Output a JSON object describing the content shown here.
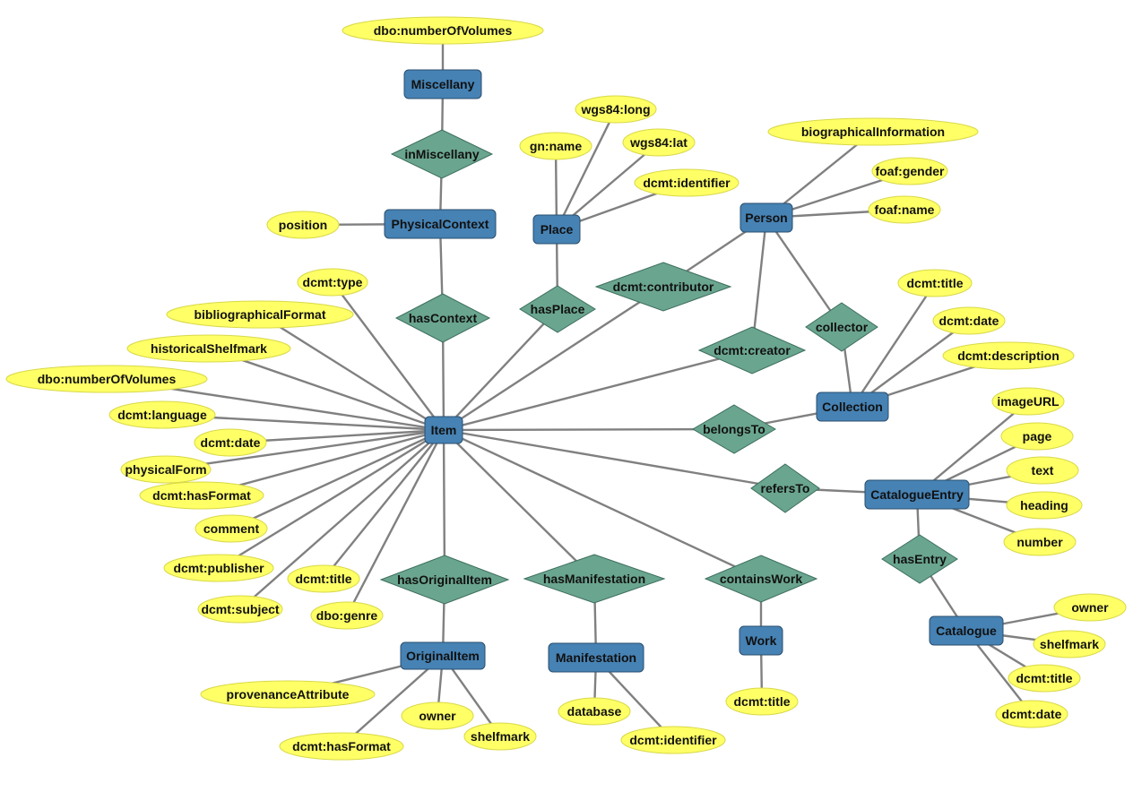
{
  "colors": {
    "entity_fill": "#4682b4",
    "entity_stroke": "#2b4f6e",
    "relation_fill": "#6aa58f",
    "relation_stroke": "#3d6e5d",
    "attribute_fill": "#ffff66",
    "attribute_stroke": "#d8d84a",
    "edge": "#808080"
  },
  "icons": {
    "entity": "rounded-rectangle-shape",
    "relation": "diamond-shape",
    "attribute": "ellipse-shape"
  },
  "nodes": [
    {
      "id": "miscellany",
      "kind": "entity",
      "label": "Miscellany"
    },
    {
      "id": "physical-context",
      "kind": "entity",
      "label": "PhysicalContext"
    },
    {
      "id": "place",
      "kind": "entity",
      "label": "Place"
    },
    {
      "id": "person",
      "kind": "entity",
      "label": "Person"
    },
    {
      "id": "item",
      "kind": "entity",
      "label": "Item"
    },
    {
      "id": "collection",
      "kind": "entity",
      "label": "Collection"
    },
    {
      "id": "catalogue-entry",
      "kind": "entity",
      "label": "CatalogueEntry"
    },
    {
      "id": "catalogue",
      "kind": "entity",
      "label": "Catalogue"
    },
    {
      "id": "original-item",
      "kind": "entity",
      "label": "OriginalItem"
    },
    {
      "id": "manifestation",
      "kind": "entity",
      "label": "Manifestation"
    },
    {
      "id": "work",
      "kind": "entity",
      "label": "Work"
    },
    {
      "id": "in-miscellany",
      "kind": "relation",
      "label": "inMiscellany"
    },
    {
      "id": "has-context",
      "kind": "relation",
      "label": "hasContext"
    },
    {
      "id": "has-place",
      "kind": "relation",
      "label": "hasPlace"
    },
    {
      "id": "dcmt-contributor",
      "kind": "relation",
      "label": "dcmt:contributor"
    },
    {
      "id": "dcmt-creator",
      "kind": "relation",
      "label": "dcmt:creator"
    },
    {
      "id": "collector",
      "kind": "relation",
      "label": "collector"
    },
    {
      "id": "belongs-to",
      "kind": "relation",
      "label": "belongsTo"
    },
    {
      "id": "refers-to",
      "kind": "relation",
      "label": "refersTo"
    },
    {
      "id": "has-entry",
      "kind": "relation",
      "label": "hasEntry"
    },
    {
      "id": "has-original-item",
      "kind": "relation",
      "label": "hasOriginalItem"
    },
    {
      "id": "has-manifestation",
      "kind": "relation",
      "label": "hasManifestation"
    },
    {
      "id": "contains-work",
      "kind": "relation",
      "label": "containsWork"
    },
    {
      "id": "misc-number-of-volumes",
      "kind": "attribute",
      "label": "dbo:numberOfVolumes"
    },
    {
      "id": "position",
      "kind": "attribute",
      "label": "position"
    },
    {
      "id": "gn-name",
      "kind": "attribute",
      "label": "gn:name"
    },
    {
      "id": "wgs84-long",
      "kind": "attribute",
      "label": "wgs84:long"
    },
    {
      "id": "wgs84-lat",
      "kind": "attribute",
      "label": "wgs84:lat"
    },
    {
      "id": "place-dcmt-identifier",
      "kind": "attribute",
      "label": "dcmt:identifier"
    },
    {
      "id": "biographical-information",
      "kind": "attribute",
      "label": "biographicalInformation"
    },
    {
      "id": "foaf-gender",
      "kind": "attribute",
      "label": "foaf:gender"
    },
    {
      "id": "foaf-name",
      "kind": "attribute",
      "label": "foaf:name"
    },
    {
      "id": "collection-dcmt-title",
      "kind": "attribute",
      "label": "dcmt:title"
    },
    {
      "id": "collection-dcmt-date",
      "kind": "attribute",
      "label": "dcmt:date"
    },
    {
      "id": "collection-dcmt-description",
      "kind": "attribute",
      "label": "dcmt:description"
    },
    {
      "id": "image-url",
      "kind": "attribute",
      "label": "imageURL"
    },
    {
      "id": "page",
      "kind": "attribute",
      "label": "page"
    },
    {
      "id": "text",
      "kind": "attribute",
      "label": "text"
    },
    {
      "id": "heading",
      "kind": "attribute",
      "label": "heading"
    },
    {
      "id": "number",
      "kind": "attribute",
      "label": "number"
    },
    {
      "id": "catalogue-owner",
      "kind": "attribute",
      "label": "owner"
    },
    {
      "id": "catalogue-shelfmark",
      "kind": "attribute",
      "label": "shelfmark"
    },
    {
      "id": "catalogue-dcmt-title",
      "kind": "attribute",
      "label": "dcmt:title"
    },
    {
      "id": "catalogue-dcmt-date",
      "kind": "attribute",
      "label": "dcmt:date"
    },
    {
      "id": "item-dcmt-type",
      "kind": "attribute",
      "label": "dcmt:type"
    },
    {
      "id": "bibliographical-format",
      "kind": "attribute",
      "label": "bibliographicalFormat"
    },
    {
      "id": "historical-shelfmark",
      "kind": "attribute",
      "label": "historicalShelfmark"
    },
    {
      "id": "item-number-of-volumes",
      "kind": "attribute",
      "label": "dbo:numberOfVolumes"
    },
    {
      "id": "item-dcmt-language",
      "kind": "attribute",
      "label": "dcmt:language"
    },
    {
      "id": "item-dcmt-date",
      "kind": "attribute",
      "label": "dcmt:date"
    },
    {
      "id": "physical-form",
      "kind": "attribute",
      "label": "physicalForm"
    },
    {
      "id": "item-dcmt-has-format",
      "kind": "attribute",
      "label": "dcmt:hasFormat"
    },
    {
      "id": "comment",
      "kind": "attribute",
      "label": "comment"
    },
    {
      "id": "item-dcmt-publisher",
      "kind": "attribute",
      "label": "dcmt:publisher"
    },
    {
      "id": "item-dcmt-subject",
      "kind": "attribute",
      "label": "dcmt:subject"
    },
    {
      "id": "item-dcmt-title",
      "kind": "attribute",
      "label": "dcmt:title"
    },
    {
      "id": "dbo-genre",
      "kind": "attribute",
      "label": "dbo:genre"
    },
    {
      "id": "provenance-attribute",
      "kind": "attribute",
      "label": "provenanceAttribute"
    },
    {
      "id": "original-dcmt-has-format",
      "kind": "attribute",
      "label": "dcmt:hasFormat"
    },
    {
      "id": "original-owner",
      "kind": "attribute",
      "label": "owner"
    },
    {
      "id": "original-shelfmark",
      "kind": "attribute",
      "label": "shelfmark"
    },
    {
      "id": "database",
      "kind": "attribute",
      "label": "database"
    },
    {
      "id": "manifestation-dcmt-identifier",
      "kind": "attribute",
      "label": "dcmt:identifier"
    },
    {
      "id": "work-dcmt-title",
      "kind": "attribute",
      "label": "dcmt:title"
    }
  ],
  "edges": [
    [
      "miscellany",
      "misc-number-of-volumes"
    ],
    [
      "miscellany",
      "in-miscellany"
    ],
    [
      "in-miscellany",
      "physical-context"
    ],
    [
      "physical-context",
      "position"
    ],
    [
      "physical-context",
      "has-context"
    ],
    [
      "has-context",
      "item"
    ],
    [
      "place",
      "gn-name"
    ],
    [
      "place",
      "wgs84-long"
    ],
    [
      "place",
      "wgs84-lat"
    ],
    [
      "place",
      "place-dcmt-identifier"
    ],
    [
      "place",
      "has-place"
    ],
    [
      "has-place",
      "item"
    ],
    [
      "person",
      "biographical-information"
    ],
    [
      "person",
      "foaf-gender"
    ],
    [
      "person",
      "foaf-name"
    ],
    [
      "person",
      "dcmt-contributor"
    ],
    [
      "dcmt-contributor",
      "item"
    ],
    [
      "person",
      "dcmt-creator"
    ],
    [
      "dcmt-creator",
      "item"
    ],
    [
      "person",
      "collector"
    ],
    [
      "collector",
      "collection"
    ],
    [
      "collection",
      "collection-dcmt-title"
    ],
    [
      "collection",
      "collection-dcmt-date"
    ],
    [
      "collection",
      "collection-dcmt-description"
    ],
    [
      "item",
      "belongs-to"
    ],
    [
      "belongs-to",
      "collection"
    ],
    [
      "item",
      "refers-to"
    ],
    [
      "refers-to",
      "catalogue-entry"
    ],
    [
      "catalogue-entry",
      "image-url"
    ],
    [
      "catalogue-entry",
      "page"
    ],
    [
      "catalogue-entry",
      "text"
    ],
    [
      "catalogue-entry",
      "heading"
    ],
    [
      "catalogue-entry",
      "number"
    ],
    [
      "catalogue-entry",
      "has-entry"
    ],
    [
      "has-entry",
      "catalogue"
    ],
    [
      "catalogue",
      "catalogue-owner"
    ],
    [
      "catalogue",
      "catalogue-shelfmark"
    ],
    [
      "catalogue",
      "catalogue-dcmt-title"
    ],
    [
      "catalogue",
      "catalogue-dcmt-date"
    ],
    [
      "item",
      "item-dcmt-type"
    ],
    [
      "item",
      "bibliographical-format"
    ],
    [
      "item",
      "historical-shelfmark"
    ],
    [
      "item",
      "item-number-of-volumes"
    ],
    [
      "item",
      "item-dcmt-language"
    ],
    [
      "item",
      "item-dcmt-date"
    ],
    [
      "item",
      "physical-form"
    ],
    [
      "item",
      "item-dcmt-has-format"
    ],
    [
      "item",
      "comment"
    ],
    [
      "item",
      "item-dcmt-publisher"
    ],
    [
      "item",
      "item-dcmt-subject"
    ],
    [
      "item",
      "item-dcmt-title"
    ],
    [
      "item",
      "dbo-genre"
    ],
    [
      "item",
      "has-original-item"
    ],
    [
      "has-original-item",
      "original-item"
    ],
    [
      "original-item",
      "provenance-attribute"
    ],
    [
      "original-item",
      "original-dcmt-has-format"
    ],
    [
      "original-item",
      "original-owner"
    ],
    [
      "original-item",
      "original-shelfmark"
    ],
    [
      "item",
      "has-manifestation"
    ],
    [
      "has-manifestation",
      "manifestation"
    ],
    [
      "manifestation",
      "database"
    ],
    [
      "manifestation",
      "manifestation-dcmt-identifier"
    ],
    [
      "item",
      "contains-work"
    ],
    [
      "contains-work",
      "work"
    ],
    [
      "work",
      "work-dcmt-title"
    ]
  ]
}
